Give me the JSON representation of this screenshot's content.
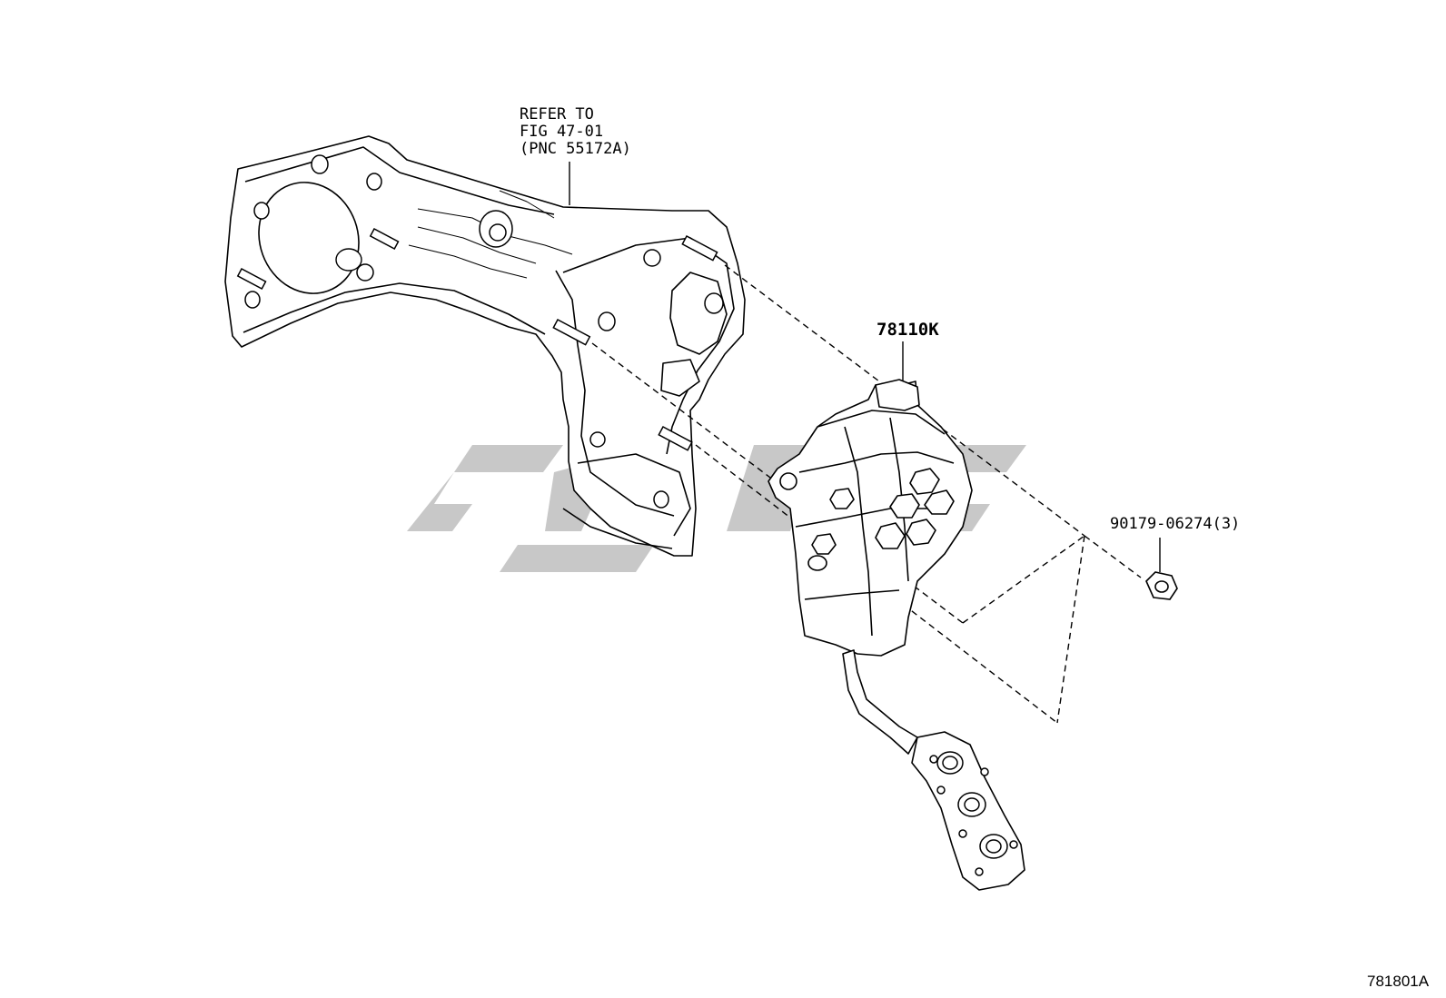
{
  "labels": {
    "refer_line1": "REFER TO",
    "refer_line2": "FIG 47-01",
    "refer_line3": "(PNC 55172A)",
    "pedal_part_number": "78110K",
    "nut_part_number": "90179-06274(3)",
    "illustration_code": "781801A"
  },
  "colors": {
    "line": "#000000",
    "watermark": "#c8c8c8",
    "background": "#ffffff"
  }
}
